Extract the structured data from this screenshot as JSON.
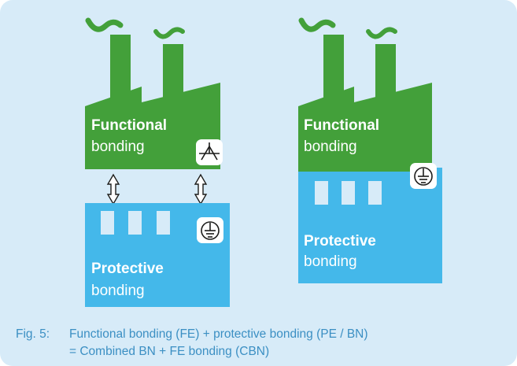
{
  "colors": {
    "background": "#d7ebf8",
    "functional": "#43a03a",
    "protective": "#44b8ea",
    "caption": "#3b8fc3"
  },
  "left_diagram": {
    "functional_title": "Functional",
    "functional_subtitle": "bonding",
    "protective_title": "Protective",
    "protective_subtitle": "bonding"
  },
  "right_diagram": {
    "functional_title": "Functional",
    "functional_subtitle": "bonding",
    "protective_title": "Protective",
    "protective_subtitle": "bonding"
  },
  "icons": [
    "functional-earth-icon",
    "protective-earth-icon",
    "double-arrow-icon",
    "smoke-icon"
  ],
  "caption": {
    "prefix": "Fig. 5:",
    "line1": "Functional bonding (FE) + protective bonding (PE / BN)",
    "line2": "= Combined BN + FE bonding (CBN)"
  }
}
